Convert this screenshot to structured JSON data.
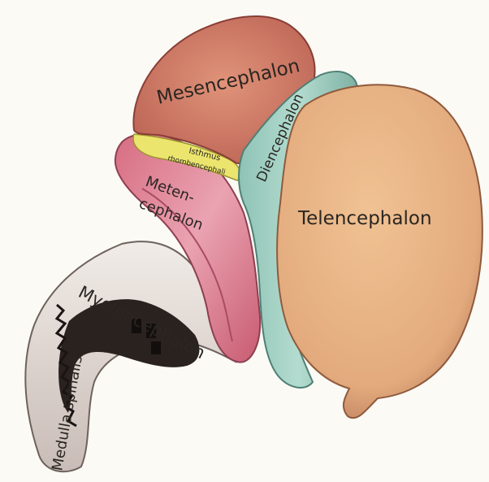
{
  "diagram": {
    "labels": {
      "mesencephalon": "Mesencephalon",
      "diencephalon": "Diencephalon",
      "isthmus": "Isthmus",
      "rhombencephali": "rhombencephali",
      "metencephalon_line1": "Meten-",
      "metencephalon_line2": "cephalon",
      "telencephalon": "Telencephalon",
      "myelencephalon": "Myelencephalon",
      "medulla_spinalis": "Medulla spinalis"
    },
    "colors": {
      "background": "#fbfaf5",
      "mesencephalon": "#d9826e",
      "diencephalon": "#a9d6c9",
      "isthmus": "#e8e36a",
      "metencephalon": "#e595a4",
      "telencephalon": "#e5b181",
      "myelencephalon": "#e3dbd6",
      "medulla_spinalis": "#e3dcd6",
      "dark_tissue": "#221c1a"
    }
  }
}
